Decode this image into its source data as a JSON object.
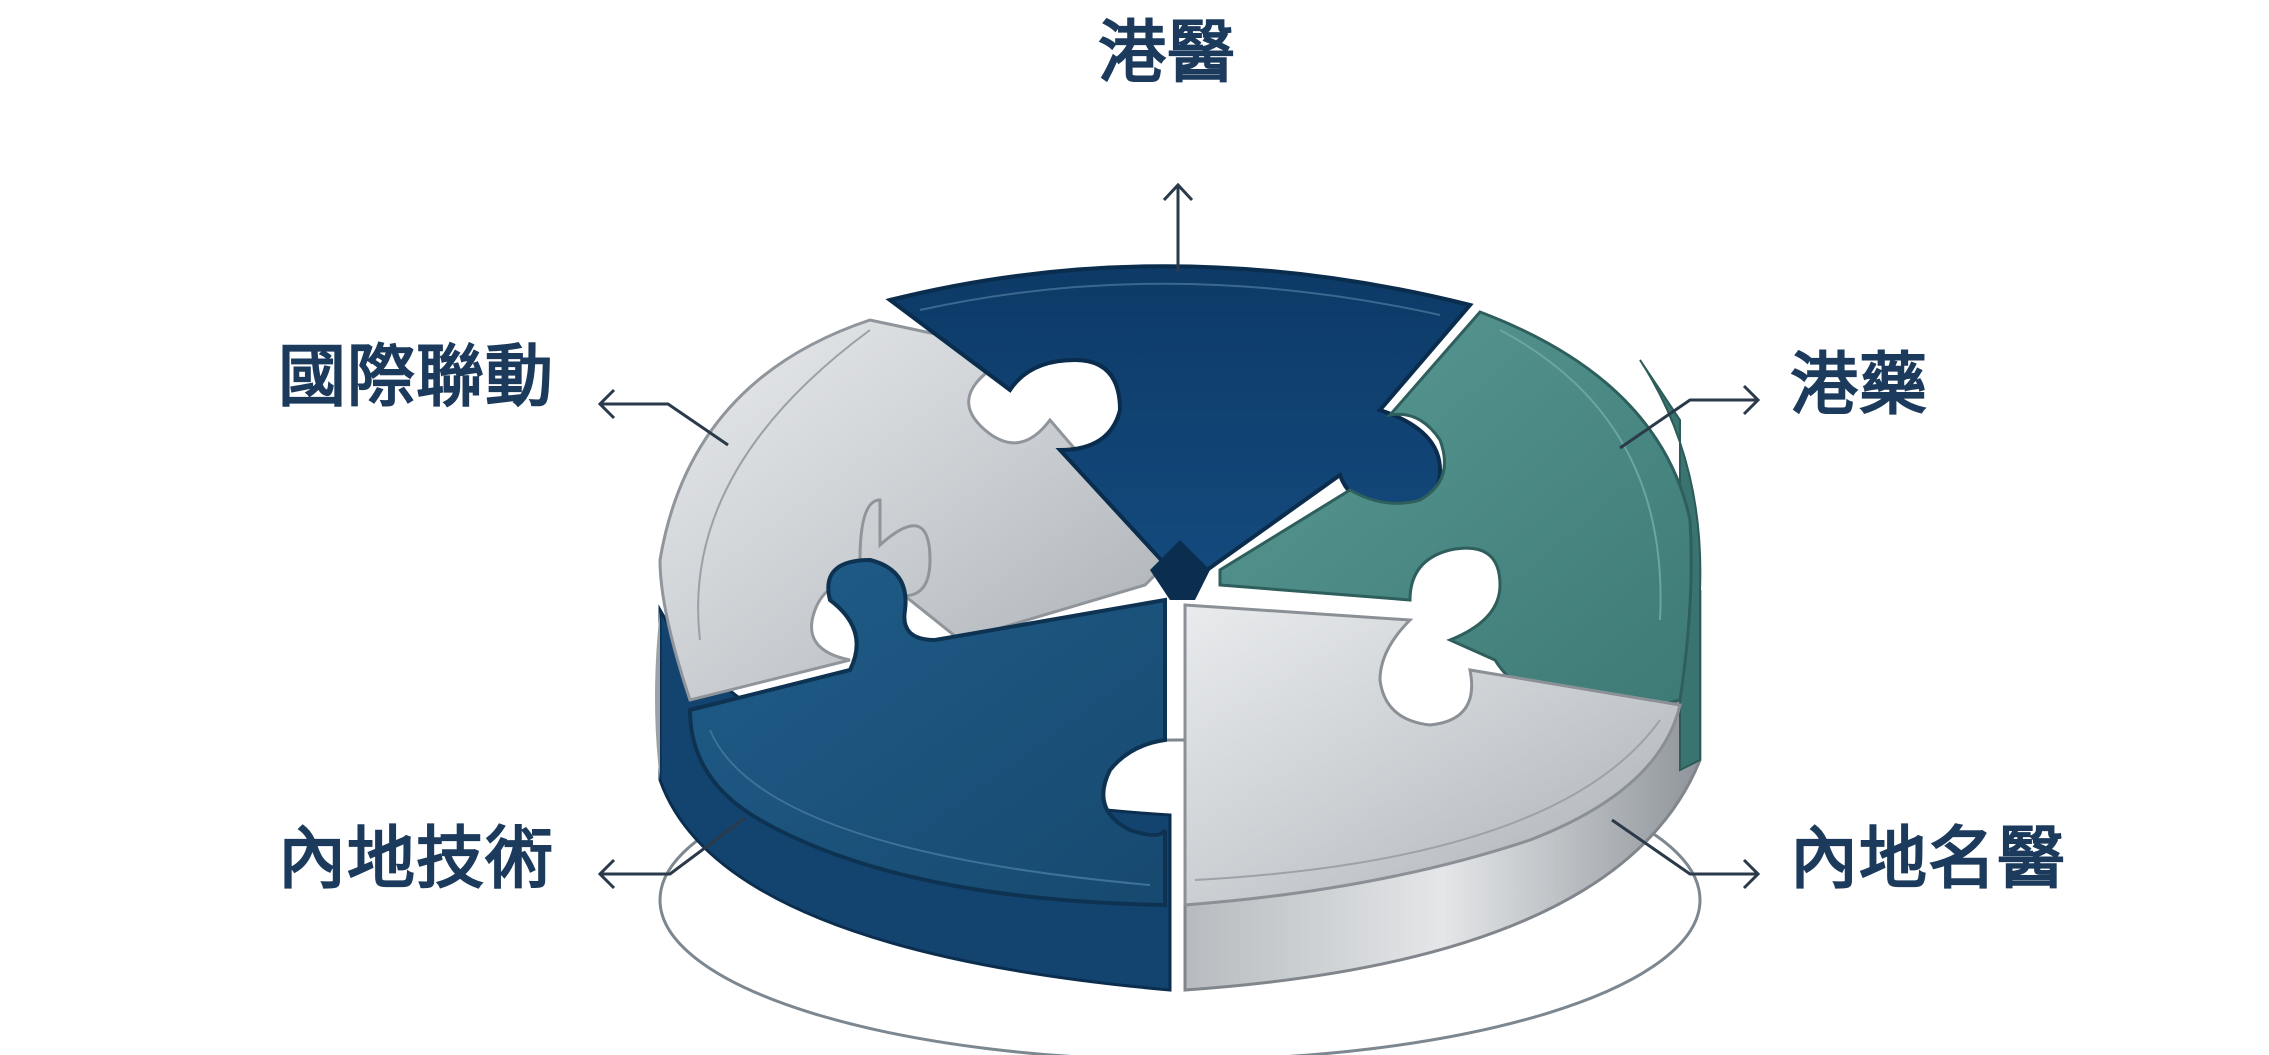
{
  "diagram": {
    "type": "puzzle-cycle",
    "center_piece": "puzzle-disc",
    "labels": {
      "top": "港醫",
      "right_top": "港藥",
      "right_bottom": "內地名醫",
      "left_bottom": "內地技術",
      "left_top": "國際聯動"
    },
    "colors": {
      "top_piece": "#0f3d6b",
      "right_top_piece": "#4a8a86",
      "right_bottom_piece": "#c9cdd0",
      "left_bottom_piece": "#1c5680",
      "left_top_piece": "#d5d8db",
      "label_text": "#1b3a5c",
      "arrow": "#2a3a4a"
    }
  }
}
